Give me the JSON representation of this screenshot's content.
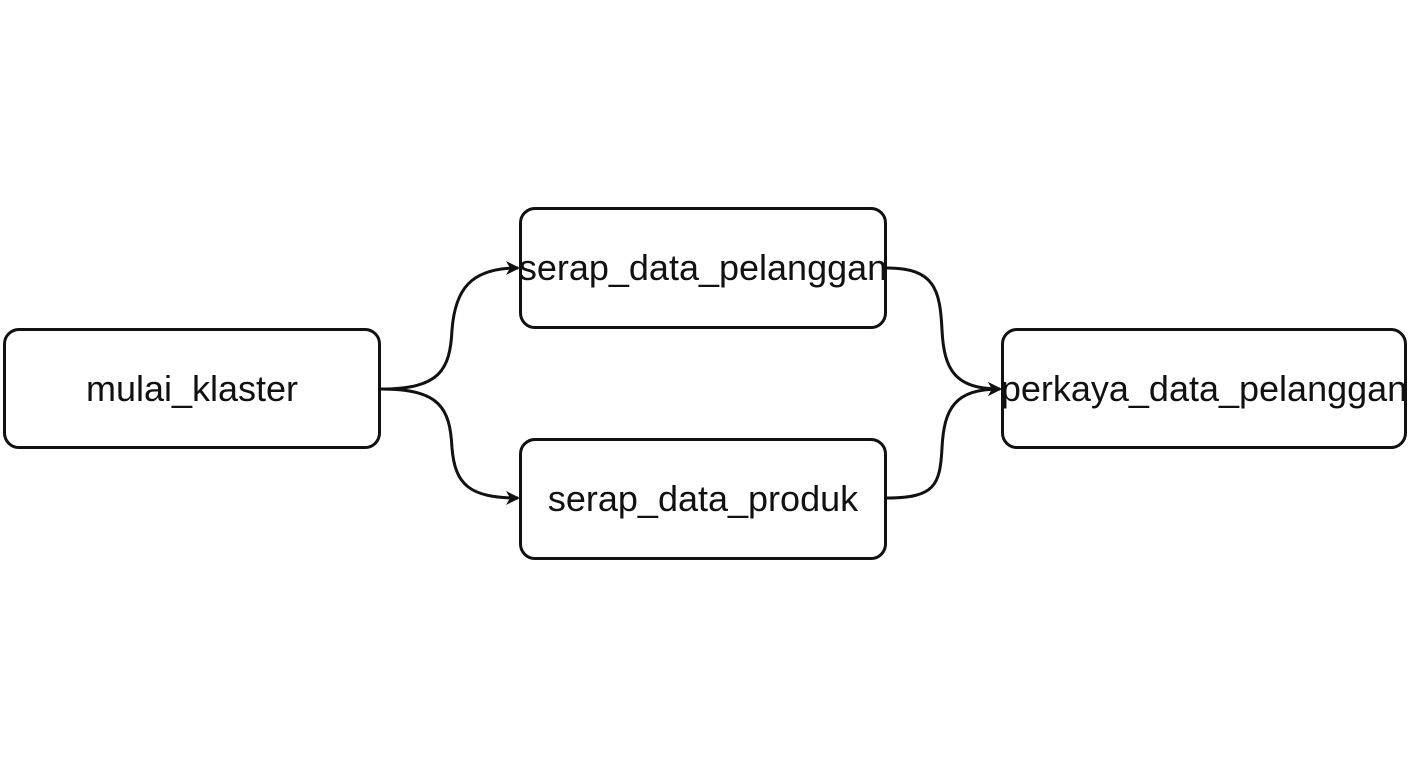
{
  "nodes": {
    "start": {
      "label": "mulai_klaster"
    },
    "ingest_customers": {
      "label": "serap_data_pelanggan"
    },
    "ingest_products": {
      "label": "serap_data_produk"
    },
    "enrich_customers": {
      "label": "perkaya_data_pelanggan"
    }
  },
  "edges": [
    {
      "from": "mulai_klaster",
      "to": "serap_data_pelanggan"
    },
    {
      "from": "mulai_klaster",
      "to": "serap_data_produk"
    },
    {
      "from": "serap_data_pelanggan",
      "to": "perkaya_data_pelanggan"
    },
    {
      "from": "serap_data_produk",
      "to": "perkaya_data_pelanggan"
    }
  ],
  "colors": {
    "stroke": "#111111",
    "background": "#ffffff"
  }
}
